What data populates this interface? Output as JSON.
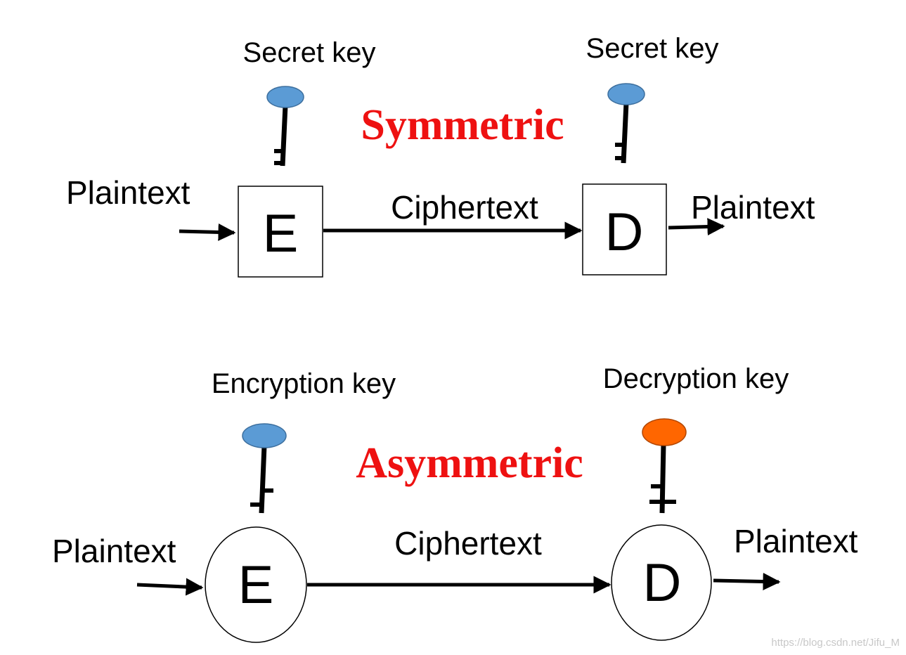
{
  "colors": {
    "title": "#ee1111",
    "key_blue": "#5b9bd5",
    "key_orange": "#ff6600",
    "stroke": "#000000"
  },
  "symmetric": {
    "title": "Symmetric",
    "left_key_label": "Secret key",
    "right_key_label": "Secret key",
    "input_label": "Plaintext",
    "channel_label": "Ciphertext",
    "output_label": "Plaintext",
    "encrypt_label": "E",
    "decrypt_label": "D",
    "left_key_icon": "key-blue",
    "right_key_icon": "key-blue"
  },
  "asymmetric": {
    "title": "Asymmetric",
    "left_key_label": "Encryption key",
    "right_key_label": "Decryption key",
    "input_label": "Plaintext",
    "channel_label": "Ciphertext",
    "output_label": "Plaintext",
    "encrypt_label": "E",
    "decrypt_label": "D",
    "left_key_icon": "key-blue",
    "right_key_icon": "key-orange"
  },
  "watermark": "https://blog.csdn.net/Jifu_M"
}
